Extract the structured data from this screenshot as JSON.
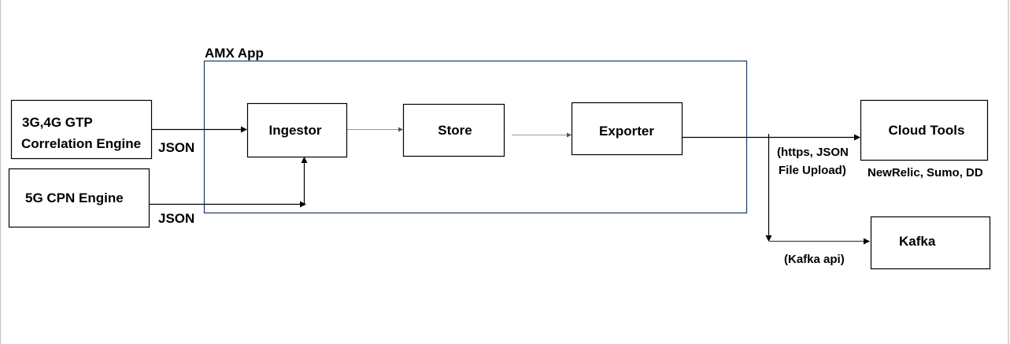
{
  "container": {
    "title": "AMX App",
    "border_color": "#1f3864"
  },
  "sources": {
    "gtp_engine": {
      "line1": "3G,4G GTP",
      "line2": "Correlation Engine"
    },
    "cpn_engine": {
      "label": "5G CPN Engine"
    }
  },
  "components": {
    "ingestor": "Ingestor",
    "store": "Store",
    "exporter": "Exporter"
  },
  "destinations": {
    "cloud_tools": {
      "label": "Cloud Tools",
      "caption": "NewRelic, Sumo, DD"
    },
    "kafka": {
      "label": "Kafka"
    }
  },
  "edges": {
    "gtp_json": "JSON",
    "cpn_json": "JSON",
    "cloud_protocol_line1": "(https, JSON",
    "cloud_protocol_line2": "File Upload)",
    "kafka_protocol": "(Kafka api)"
  }
}
